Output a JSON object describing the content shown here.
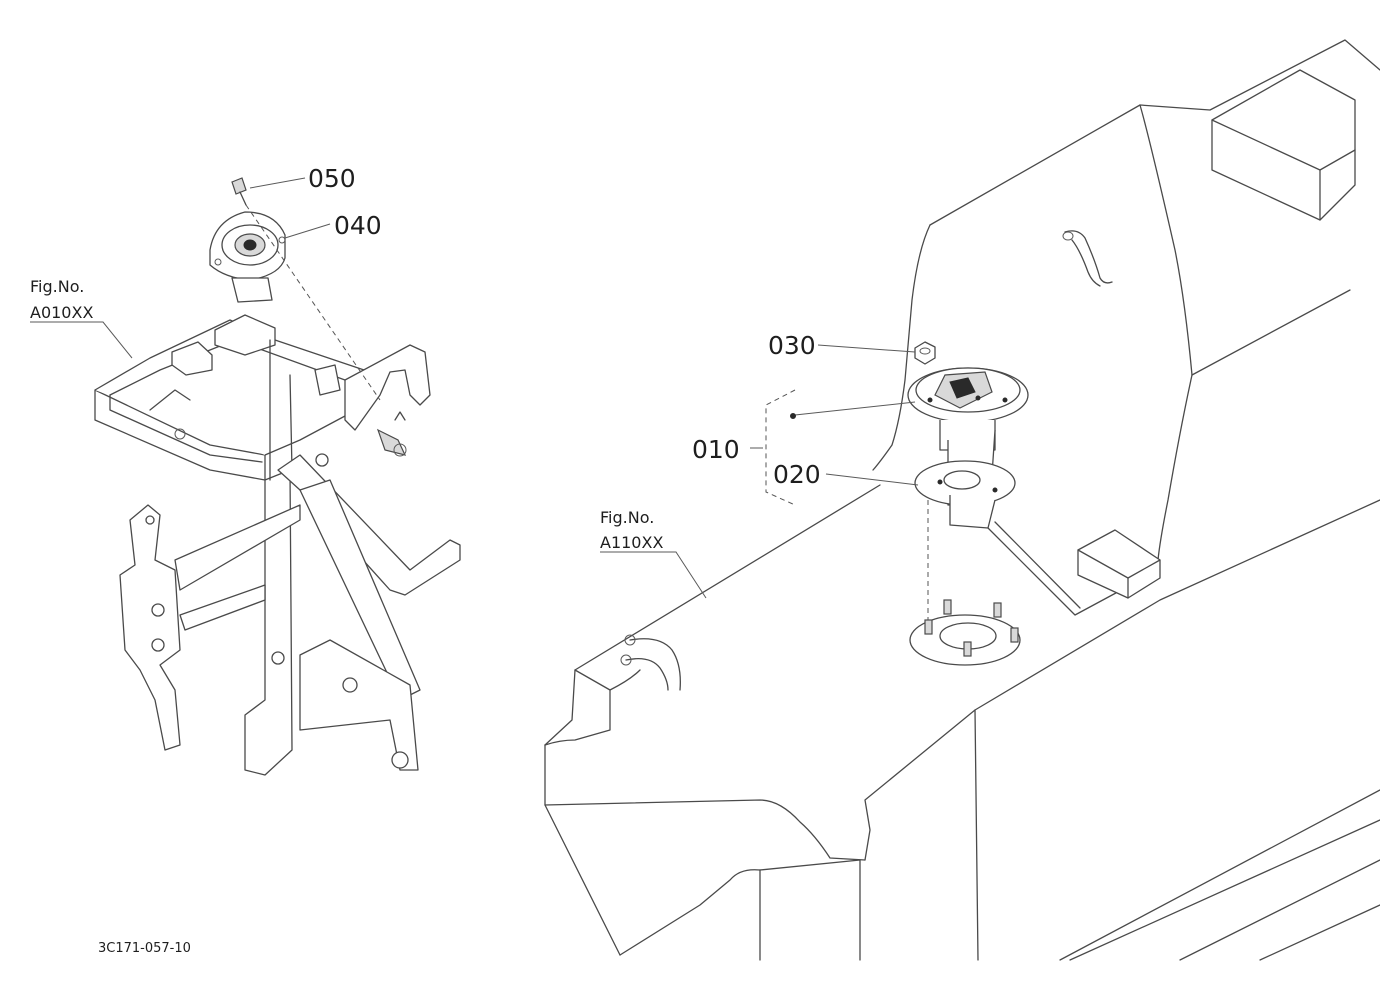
{
  "callouts": {
    "p050": "050",
    "p040": "040",
    "p030": "030",
    "p010": "010",
    "p020": "020"
  },
  "figure_refs": {
    "left": {
      "line1": "Fig.No.",
      "line2": "A010XX"
    },
    "right": {
      "line1": "Fig.No.",
      "line2": "A110XX"
    }
  },
  "drawing_number": "3C171-057-10"
}
